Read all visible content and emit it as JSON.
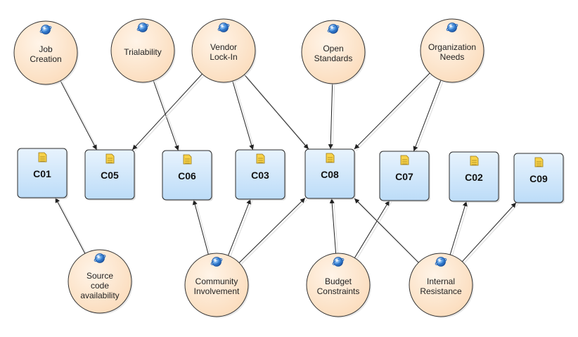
{
  "colors": {
    "circle_fill": "#fde3c8",
    "box_fill": "#cfe6fb",
    "edge": "#222222"
  },
  "factors": [
    {
      "id": "job",
      "lines": [
        "Job",
        "Creation"
      ]
    },
    {
      "id": "trial",
      "lines": [
        "Trialability"
      ]
    },
    {
      "id": "vendor",
      "lines": [
        "Vendor",
        "Lock-In"
      ]
    },
    {
      "id": "open",
      "lines": [
        "Open",
        "Standards"
      ]
    },
    {
      "id": "org",
      "lines": [
        "Organization",
        "Needs"
      ]
    },
    {
      "id": "source",
      "lines": [
        "Source",
        "code",
        "availability"
      ]
    },
    {
      "id": "community",
      "lines": [
        "Community",
        "Involvement"
      ]
    },
    {
      "id": "budget",
      "lines": [
        "Budget",
        "Constraints"
      ]
    },
    {
      "id": "internal",
      "lines": [
        "Internal",
        "Resistance"
      ]
    }
  ],
  "criteria": [
    {
      "id": "C01",
      "label": "C01"
    },
    {
      "id": "C05",
      "label": "C05"
    },
    {
      "id": "C06",
      "label": "C06"
    },
    {
      "id": "C03",
      "label": "C03"
    },
    {
      "id": "C08",
      "label": "C08"
    },
    {
      "id": "C07",
      "label": "C07"
    },
    {
      "id": "C02",
      "label": "C02"
    },
    {
      "id": "C09",
      "label": "C09"
    }
  ],
  "edges": [
    {
      "from": "job",
      "to": "C05"
    },
    {
      "from": "trial",
      "to": "C06"
    },
    {
      "from": "vendor",
      "to": "C05"
    },
    {
      "from": "vendor",
      "to": "C03"
    },
    {
      "from": "vendor",
      "to": "C08"
    },
    {
      "from": "open",
      "to": "C08"
    },
    {
      "from": "org",
      "to": "C08"
    },
    {
      "from": "org",
      "to": "C07"
    },
    {
      "from": "source",
      "to": "C01"
    },
    {
      "from": "community",
      "to": "C06"
    },
    {
      "from": "community",
      "to": "C03"
    },
    {
      "from": "community",
      "to": "C08"
    },
    {
      "from": "budget",
      "to": "C08"
    },
    {
      "from": "budget",
      "to": "C07"
    },
    {
      "from": "internal",
      "to": "C08"
    },
    {
      "from": "internal",
      "to": "C02"
    },
    {
      "from": "internal",
      "to": "C09"
    }
  ]
}
